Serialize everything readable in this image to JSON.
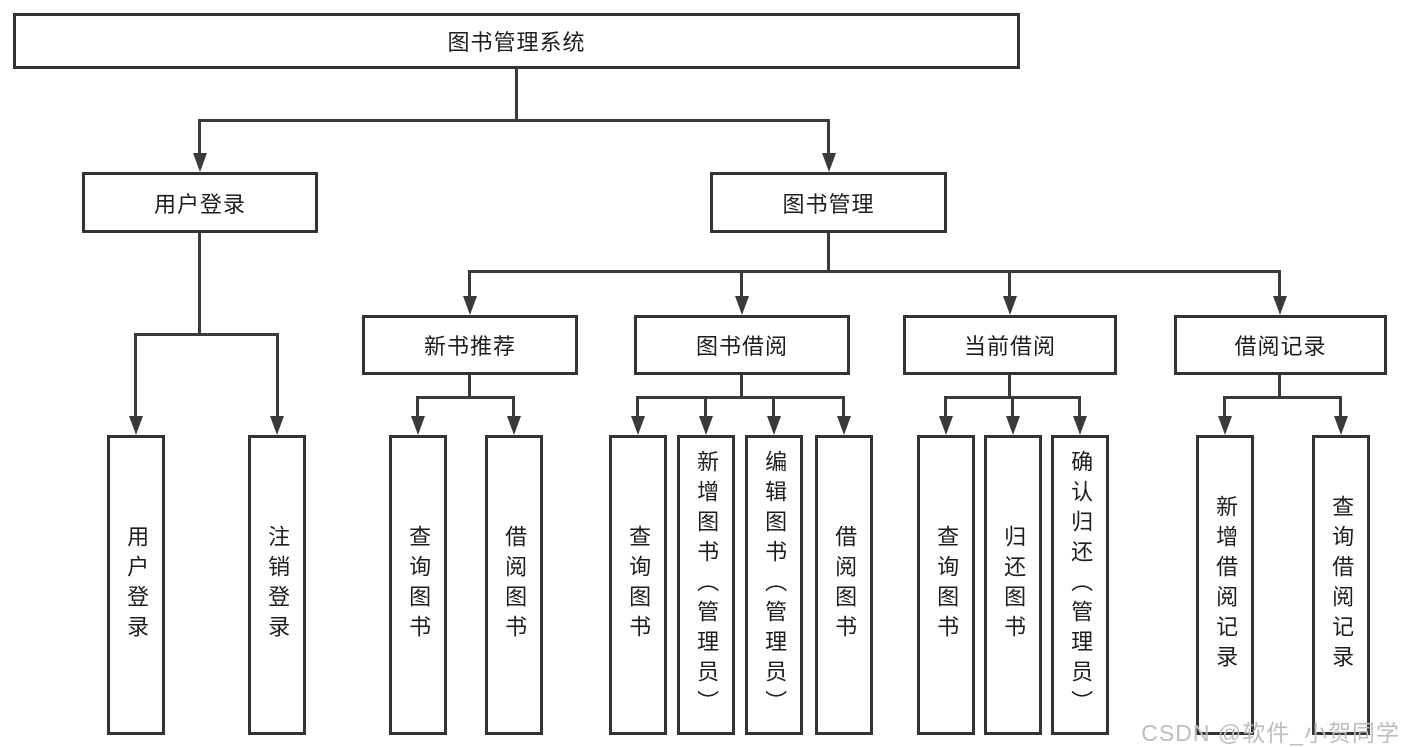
{
  "tree": {
    "label": "图书管理系统",
    "children": [
      {
        "label": "用户登录",
        "children": [
          {
            "label": "用户登录"
          },
          {
            "label": "注销登录"
          }
        ]
      },
      {
        "label": "图书管理",
        "children": [
          {
            "label": "新书推荐",
            "children": [
              {
                "label": "查询图书"
              },
              {
                "label": "借阅图书"
              }
            ]
          },
          {
            "label": "图书借阅",
            "children": [
              {
                "label": "查询图书"
              },
              {
                "label": "新增图书（管理员）"
              },
              {
                "label": "编辑图书（管理员）"
              },
              {
                "label": "借阅图书"
              }
            ]
          },
          {
            "label": "当前借阅",
            "children": [
              {
                "label": "查询图书"
              },
              {
                "label": "归还图书"
              },
              {
                "label": "确认归还（管理员）"
              }
            ]
          },
          {
            "label": "借阅记录",
            "children": [
              {
                "label": "新增借阅记录"
              },
              {
                "label": "查询借阅记录"
              }
            ]
          }
        ]
      }
    ]
  },
  "watermark": {
    "text": "CSDN @软件_小贺同学"
  },
  "colors": {
    "line": "#3a3a3a",
    "box_border": "#333333",
    "text": "#1e1e1e",
    "watermark": "#bdbdbd",
    "background": "#ffffff"
  }
}
